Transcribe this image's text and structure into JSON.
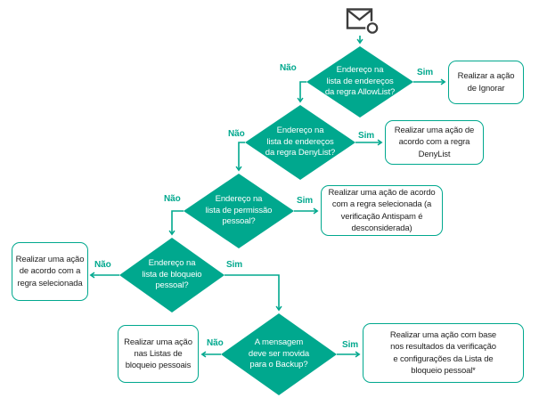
{
  "colors": {
    "accent": "#00A88E",
    "box_text": "#1F1F1F",
    "decision_text": "#FFFFFF",
    "icon": "#3C3C3C"
  },
  "branch_labels": {
    "yes": "Sim",
    "no": "Não"
  },
  "icons": {
    "start": "email-lock-icon"
  },
  "nodes": {
    "decision_allowlist": "Endereço na\nlista de endereços\nda regra AllowList?",
    "decision_denylist": "Endereço na\nlista de endereços\nda regra DenyList?",
    "decision_personal_allowlist": "Endereço na\nlista de permissão\npessoal?",
    "decision_personal_blocklist": "Endereço na\nlista de bloqueio\npessoal?",
    "decision_backup": "A mensagem\ndeve ser movida\npara o Backup?",
    "action_ignore": "Realizar a ação\nde Ignorar",
    "action_denylist_rule": "Realizar uma ação de\nacordo com a regra\nDenyList",
    "action_selected_rule_antispam": "Realizar uma ação de acordo\ncom a regra selecionada (a\nverificação Antispam é\ndesconsiderada)",
    "action_selected_rule": "Realizar uma ação\nde acordo com a\nregra selecionada",
    "action_personal_block_lists": "Realizar uma ação\nnas Listas de\nbloqueio pessoais",
    "action_block_list_settings": "Realizar uma ação com base\nnos resultados da verificação\ne configurações da Lista de\nbloqueio pessoal*"
  }
}
